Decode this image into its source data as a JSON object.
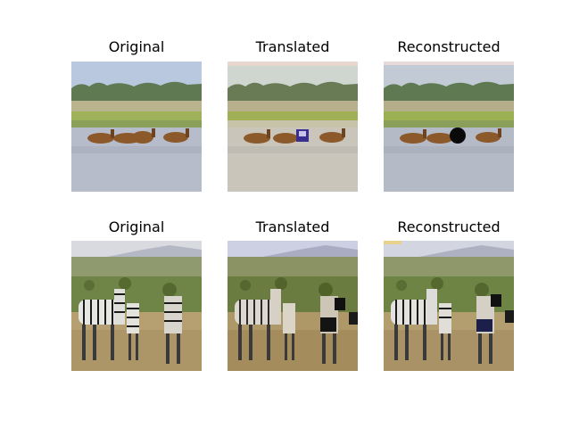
{
  "rows": [
    {
      "scene": "horses-crossing-water",
      "cells": [
        {
          "title": "Original",
          "variant": "original"
        },
        {
          "title": "Translated",
          "variant": "translated"
        },
        {
          "title": "Reconstructed",
          "variant": "reconstructed"
        }
      ]
    },
    {
      "scene": "zebras-on-savanna",
      "cells": [
        {
          "title": "Original",
          "variant": "original"
        },
        {
          "title": "Translated",
          "variant": "translated"
        },
        {
          "title": "Reconstructed",
          "variant": "reconstructed"
        }
      ]
    }
  ],
  "colors": {
    "background": "#ffffff",
    "title_text": "#000000"
  }
}
